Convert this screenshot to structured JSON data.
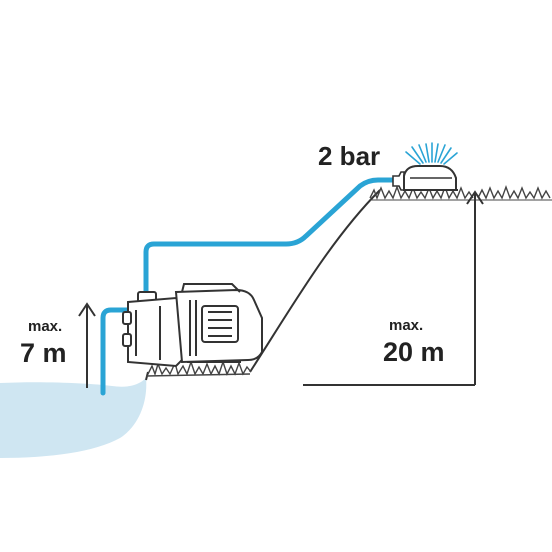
{
  "labels": {
    "pressure": "2 bar",
    "suction_max_label": "max.",
    "suction_value": "7 m",
    "head_max_label": "max.",
    "head_value": "20 m"
  },
  "colors": {
    "water": "#cfe6f2",
    "hose": "#2aa4d5",
    "line": "#333333",
    "grass": "#444444",
    "spray": "#2aa4d5"
  },
  "icons": {
    "pump": "garden-pump-icon",
    "sprinkler": "sprinkler-icon",
    "arrow": "up-arrow-icon"
  }
}
